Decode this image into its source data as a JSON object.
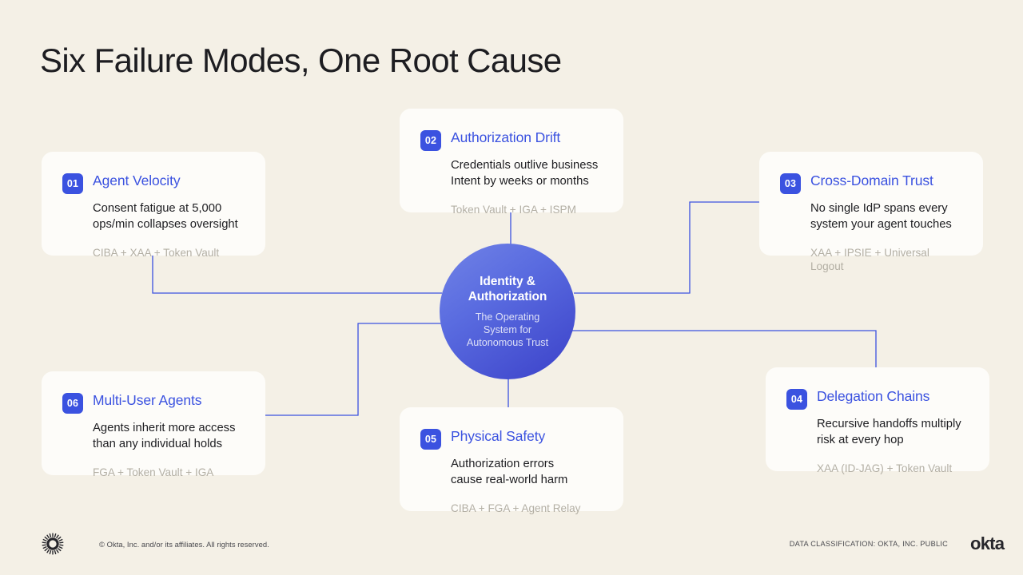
{
  "title": "Six Failure Modes, One Root Cause",
  "hub": {
    "title": "Identity &\nAuthorization",
    "subtitle": "The Operating\nSystem for\nAutonomous Trust"
  },
  "cards": [
    {
      "number": "01",
      "title": "Agent Velocity",
      "description": "Consent fatigue at 5,000\nops/min collapses oversight",
      "tags": "CIBA + XAA + Token Vault"
    },
    {
      "number": "02",
      "title": "Authorization Drift",
      "description": "Credentials outlive business\nIntent by weeks or months",
      "tags": "Token Vault + IGA + ISPM"
    },
    {
      "number": "03",
      "title": "Cross-Domain Trust",
      "description": "No single IdP spans every\nsystem your agent touches",
      "tags": "XAA + IPSIE + Universal Logout"
    },
    {
      "number": "04",
      "title": "Delegation Chains",
      "description": "Recursive handoffs multiply\nrisk at every hop",
      "tags": "XAA (ID-JAG) + Token Vault"
    },
    {
      "number": "05",
      "title": "Physical Safety",
      "description": "Authorization errors\ncause real-world harm",
      "tags": "CIBA + FGA + Agent Relay"
    },
    {
      "number": "06",
      "title": "Multi-User Agents",
      "description": "Agents inherit more access\nthan any individual holds",
      "tags": "FGA + Token Vault + IGA"
    }
  ],
  "footer": {
    "copyright": "© Okta, Inc. and/or its affiliates. All rights reserved.",
    "classification": "DATA CLASSIFICATION: OKTA, INC. PUBLIC",
    "wordmark": "okta"
  },
  "colors": {
    "background": "#F4F0E6",
    "card": "#FDFCF9",
    "accent": "#3B52E0",
    "hub_gradient_start": "#7183E6",
    "hub_gradient_end": "#3B41C9",
    "text": "#1D1D21",
    "muted": "#B3AFA4"
  }
}
